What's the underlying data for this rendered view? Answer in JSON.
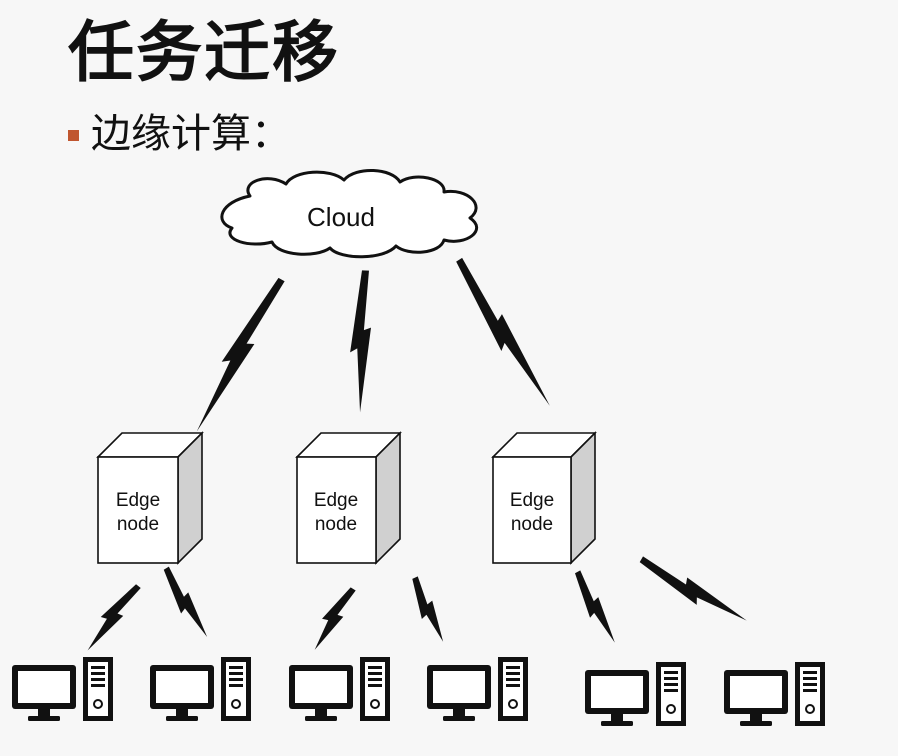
{
  "title": "任务迁移",
  "bullet_text": "边缘计算：",
  "cloud_label": "Cloud",
  "edge_nodes": [
    {
      "line1": "Edge",
      "line2": "node"
    },
    {
      "line1": "Edge",
      "line2": "node"
    },
    {
      "line1": "Edge",
      "line2": "node"
    }
  ],
  "colors": {
    "bullet": "#c0562f",
    "background": "#f7f7f7",
    "ink": "#111111"
  },
  "icons": [
    "cloud-icon",
    "edge-server-icon",
    "lightning-link-icon",
    "computer-terminal-icon"
  ]
}
